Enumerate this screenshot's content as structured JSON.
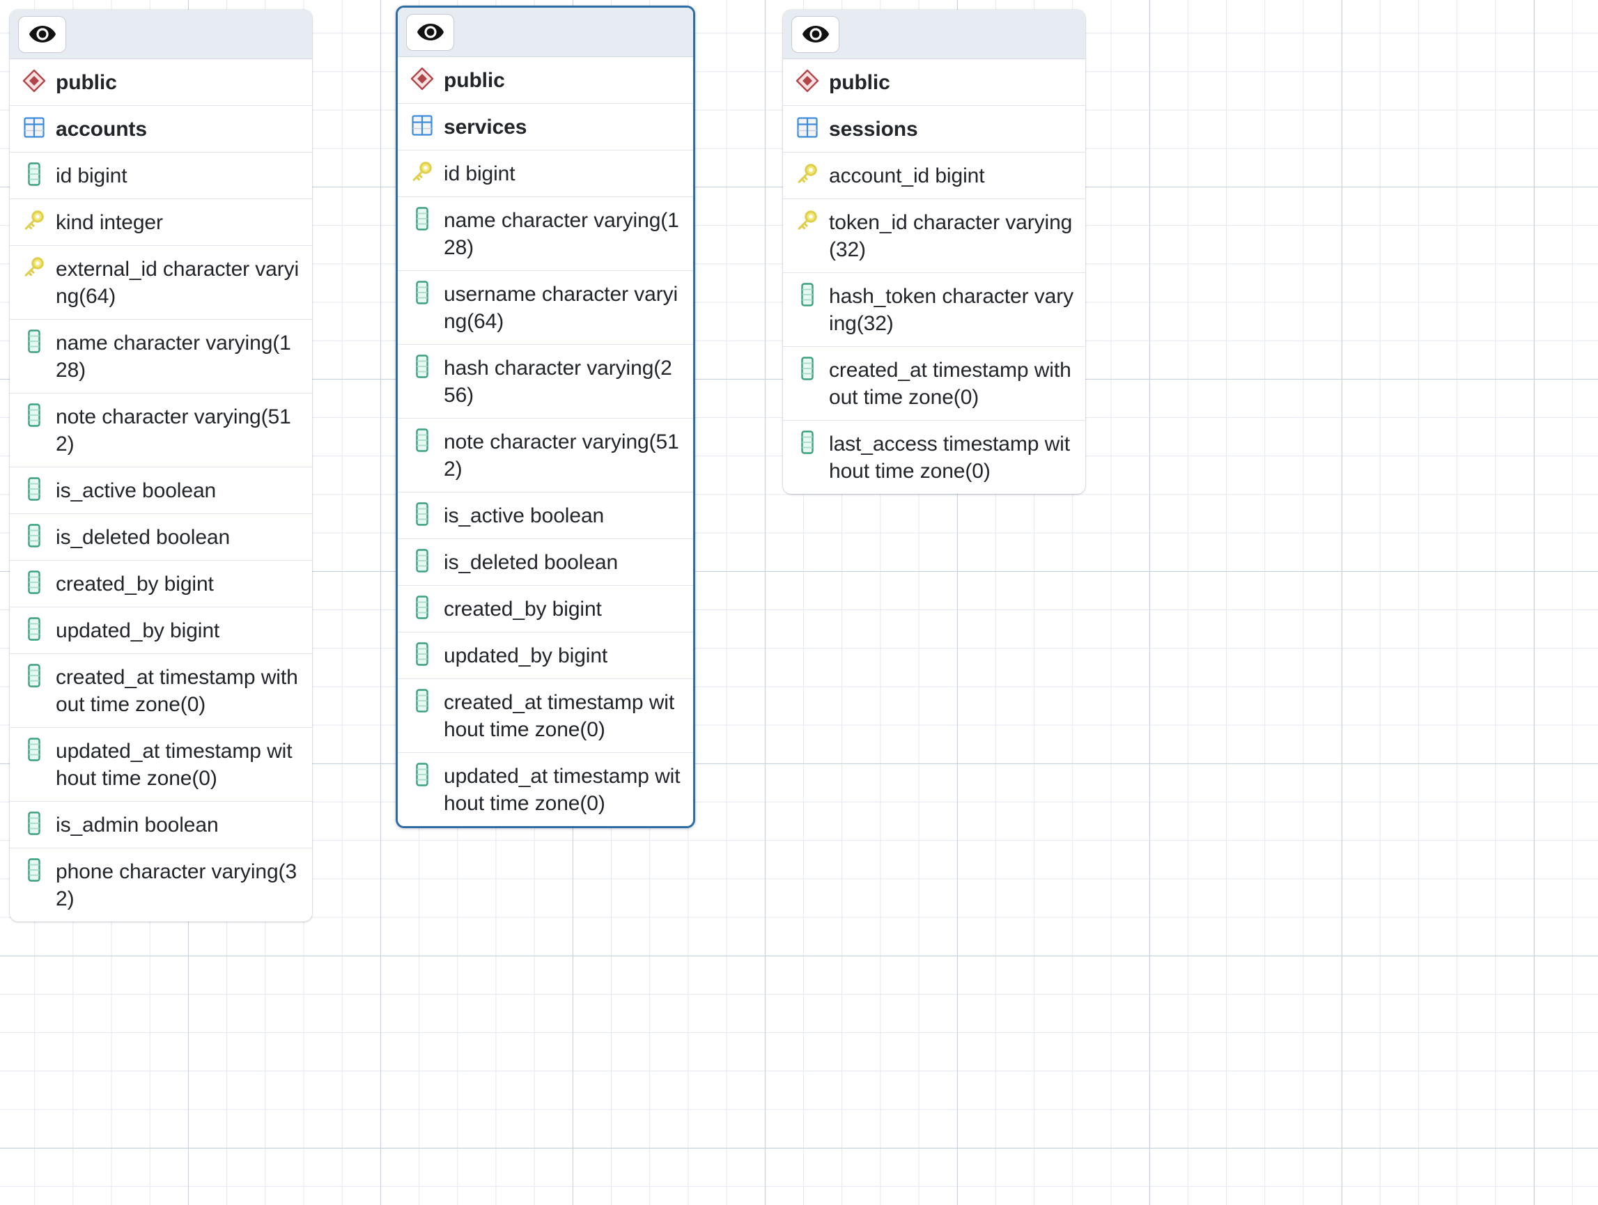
{
  "canvas": {
    "grid_minor_color": "#e4e8f0",
    "grid_major_color": "#c8cfdd",
    "background": "#ffffff"
  },
  "theme": {
    "header_background": "#e7ecf2",
    "card_background": "#ffffff",
    "row_border": "#dfe3ea",
    "selected_border": "#2e6da4",
    "schema_icon_color": "#b1454a",
    "table_icon_color": "#3d8bdb",
    "column_icon_color": "#3aa07f",
    "key_icon_color": "#e3d04b",
    "text_color": "#212529"
  },
  "tables": [
    {
      "id": "accounts",
      "selected": false,
      "toggle_icon": "eye-icon",
      "schema": {
        "icon": "schema-diamond-icon",
        "label": "public"
      },
      "name": {
        "icon": "table-grid-icon",
        "label": "accounts"
      },
      "columns": [
        {
          "icon": "column-icon",
          "label": "id bigint"
        },
        {
          "icon": "key-icon",
          "label": "kind integer"
        },
        {
          "icon": "key-icon",
          "label": "external_id character varying(64)"
        },
        {
          "icon": "column-icon",
          "label": "name character varying(128)"
        },
        {
          "icon": "column-icon",
          "label": "note character varying(512)"
        },
        {
          "icon": "column-icon",
          "label": "is_active boolean"
        },
        {
          "icon": "column-icon",
          "label": "is_deleted boolean"
        },
        {
          "icon": "column-icon",
          "label": "created_by bigint"
        },
        {
          "icon": "column-icon",
          "label": "updated_by bigint"
        },
        {
          "icon": "column-icon",
          "label": "created_at timestamp without time zone(0)"
        },
        {
          "icon": "column-icon",
          "label": "updated_at timestamp without time zone(0)"
        },
        {
          "icon": "column-icon",
          "label": "is_admin boolean"
        },
        {
          "icon": "column-icon",
          "label": "phone character varying(32)"
        }
      ]
    },
    {
      "id": "services",
      "selected": true,
      "toggle_icon": "eye-icon",
      "schema": {
        "icon": "schema-diamond-icon",
        "label": "public"
      },
      "name": {
        "icon": "table-grid-icon",
        "label": "services"
      },
      "columns": [
        {
          "icon": "key-icon",
          "label": "id bigint"
        },
        {
          "icon": "column-icon",
          "label": "name character varying(128)"
        },
        {
          "icon": "column-icon",
          "label": "username character varying(64)"
        },
        {
          "icon": "column-icon",
          "label": "hash character varying(256)"
        },
        {
          "icon": "column-icon",
          "label": "note character varying(512)"
        },
        {
          "icon": "column-icon",
          "label": "is_active boolean"
        },
        {
          "icon": "column-icon",
          "label": "is_deleted boolean"
        },
        {
          "icon": "column-icon",
          "label": "created_by bigint"
        },
        {
          "icon": "column-icon",
          "label": "updated_by bigint"
        },
        {
          "icon": "column-icon",
          "label": "created_at timestamp without time zone(0)"
        },
        {
          "icon": "column-icon",
          "label": "updated_at timestamp without time zone(0)"
        }
      ]
    },
    {
      "id": "sessions",
      "selected": false,
      "toggle_icon": "eye-icon",
      "schema": {
        "icon": "schema-diamond-icon",
        "label": "public"
      },
      "name": {
        "icon": "table-grid-icon",
        "label": "sessions"
      },
      "columns": [
        {
          "icon": "key-icon",
          "label": "account_id bigint"
        },
        {
          "icon": "key-icon",
          "label": "token_id character varying(32)"
        },
        {
          "icon": "column-icon",
          "label": "hash_token character varying(32)"
        },
        {
          "icon": "column-icon",
          "label": "created_at timestamp without time zone(0)"
        },
        {
          "icon": "column-icon",
          "label": "last_access timestamp without time zone(0)"
        }
      ]
    }
  ]
}
